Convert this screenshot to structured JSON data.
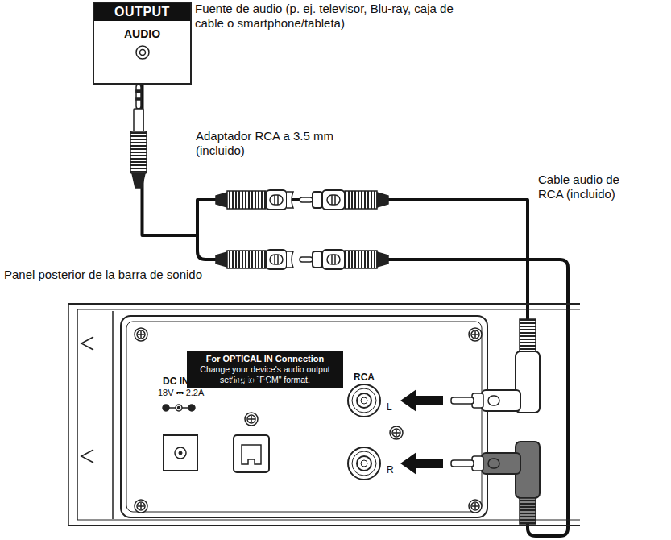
{
  "diagram": {
    "nodes": [
      {
        "text": [
          "OUTPUT",
          "AUDIO"
        ]
      },
      {
        "text": [
          "Panel posterior de la barra de sonido"
        ]
      },
      {
        "text": [
          "For OPTICAL IN Connection",
          "Change your device's audio output setting to \"PCM\" format."
        ],
        "in": 1
      }
    ],
    "edges": [
      {
        "from": 0,
        "to": 1,
        "arrow": "none"
      }
    ],
    "labels": [
      "Fuente de audio (p. ej. televisor, Blu-ray, caja de cable o smartphone/tableta)",
      "Adaptador RCA a 3.5 mm (incluido)",
      "Cable audio de RCA (incluido)",
      "DC IN",
      "18V ⎓ 2.2A",
      "OPTICAL",
      "RCA",
      "L",
      "R"
    ]
  }
}
